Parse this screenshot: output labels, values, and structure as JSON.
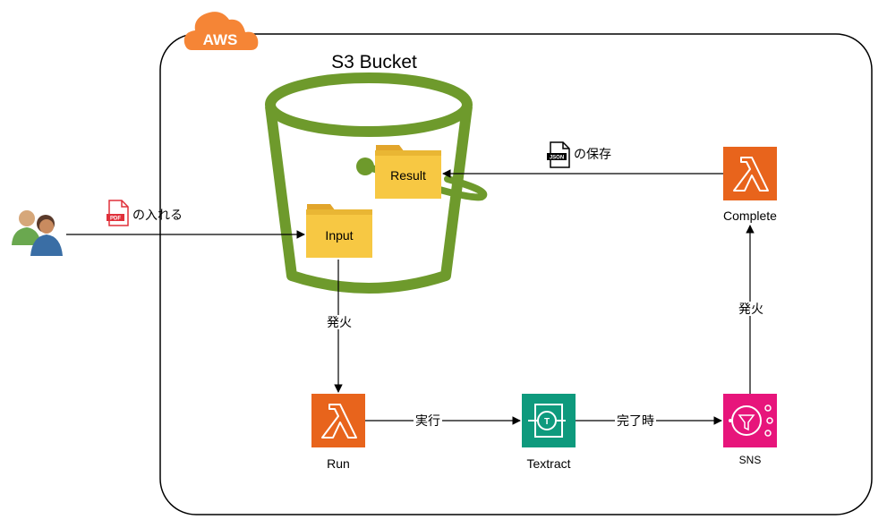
{
  "cloud": {
    "label": "AWS"
  },
  "bucket": {
    "title": "S3 Bucket"
  },
  "folders": {
    "input": "Input",
    "result": "Result"
  },
  "services": {
    "run": "Run",
    "textract": "Textract",
    "sns": "SNS",
    "complete": "Complete"
  },
  "edges": {
    "user_to_input": "の入れる",
    "input_to_run": "発火",
    "run_to_textract": "実行",
    "textract_to_sns": "完了時",
    "sns_to_complete": "発火",
    "complete_to_result": "の保存"
  },
  "file_badges": {
    "pdf": "PDF",
    "json": "JSON"
  },
  "colors": {
    "aws_orange": "#F58536",
    "bucket_green": "#6E9A2C",
    "lambda_orange": "#E8641C",
    "textract_teal": "#0E9A7D",
    "sns_pink": "#E7157B",
    "folder_yellow": "#F7C843",
    "pdf_red": "#E0303A"
  }
}
